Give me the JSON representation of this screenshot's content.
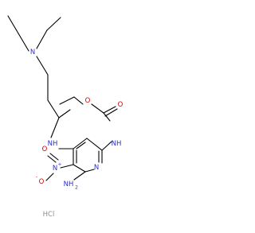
{
  "molecule": {
    "atom_labels": {
      "amine_n": "N",
      "nh_left": "NH",
      "nh_right": "NH",
      "ester_o": "O",
      "carbonyl_o": "O",
      "nitro_n": "N",
      "nitro_o_top": "O",
      "nitro_o_left": "O",
      "nitro_plus": "+",
      "nitro_minus": "-",
      "ring_n": "N",
      "nh2": "NH",
      "nh2_sub": "2"
    },
    "salt_label": "HCl"
  },
  "colors": {
    "bond": "#000000",
    "nitrogen": "#2d2dcf",
    "oxygen": "#d40000",
    "carbon_text": "#000000",
    "salt": "#8c8c8c"
  }
}
